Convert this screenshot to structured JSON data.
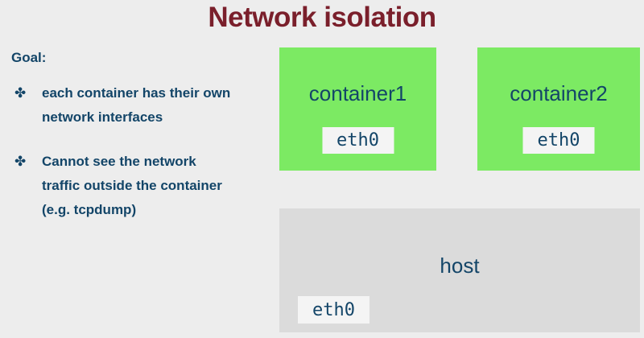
{
  "title": "Network isolation",
  "goal": {
    "heading": "Goal:",
    "bullet_icon": "✤",
    "bullets": [
      "each container has their own\nnetwork interfaces",
      "Cannot see the network\ntraffic outside the container\n(e.g. tcpdump)"
    ]
  },
  "diagram": {
    "containers": [
      {
        "label": "container1",
        "interface": "eth0"
      },
      {
        "label": "container2",
        "interface": "eth0"
      }
    ],
    "host": {
      "label": "host",
      "interface": "eth0"
    }
  },
  "colors": {
    "title_maroon": "#7A1F2B",
    "text_navy": "#134568",
    "container_green": "#7CEA63",
    "host_gray": "#DBDBDB",
    "chip_background": "#F4F4F4",
    "page_background": "#EDEDED"
  }
}
